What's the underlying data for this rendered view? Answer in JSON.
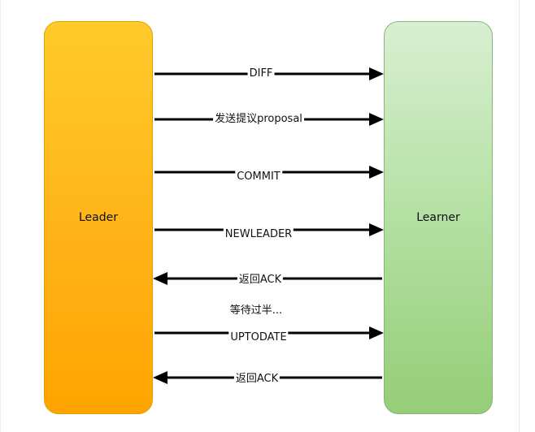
{
  "participants": {
    "leader": "Leader",
    "learner": "Learner"
  },
  "messages": [
    {
      "label": "DIFF",
      "direction": "to-learner"
    },
    {
      "label": "发送提议proposal",
      "direction": "to-learner"
    },
    {
      "label": "COMMIT",
      "direction": "to-learner"
    },
    {
      "label": "NEWLEADER",
      "direction": "to-learner"
    },
    {
      "label": "返回ACK",
      "direction": "to-leader"
    },
    {
      "label": "UPTODATE",
      "direction": "to-learner"
    },
    {
      "label": "返回ACK",
      "direction": "to-leader"
    }
  ],
  "note": "等待过半...",
  "colors": {
    "leader": "#ffb319",
    "learner": "#b7e2a7",
    "arrow": "#000000"
  }
}
